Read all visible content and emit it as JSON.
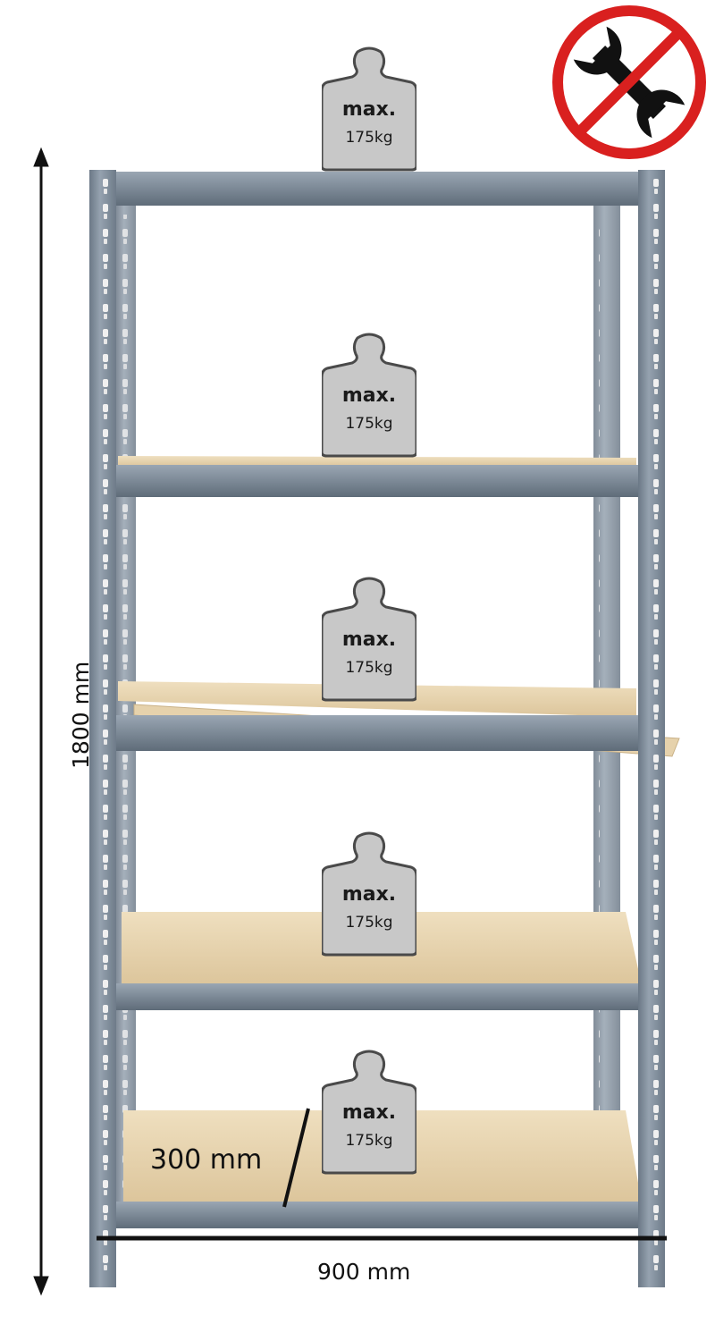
{
  "dimensions": {
    "height": "1800 mm",
    "width": "900 mm",
    "depth": "300 mm"
  },
  "weights": [
    {
      "shelf": 1,
      "label": "max.",
      "load": "175kg"
    },
    {
      "shelf": 2,
      "label": "max.",
      "load": "175kg"
    },
    {
      "shelf": 3,
      "label": "max.",
      "load": "175kg"
    },
    {
      "shelf": 4,
      "label": "max.",
      "load": "175kg"
    },
    {
      "shelf": 5,
      "label": "max.",
      "load": "175kg"
    }
  ],
  "icons": {
    "no_tools": "no-tools-icon",
    "weight": "weight-icon"
  },
  "colors": {
    "frame": "#7d8b99",
    "frame_dark": "#5e6b78",
    "board": "#e3cfa8",
    "weight": "#c8c8c8",
    "prohibit_red": "#d9201f"
  }
}
